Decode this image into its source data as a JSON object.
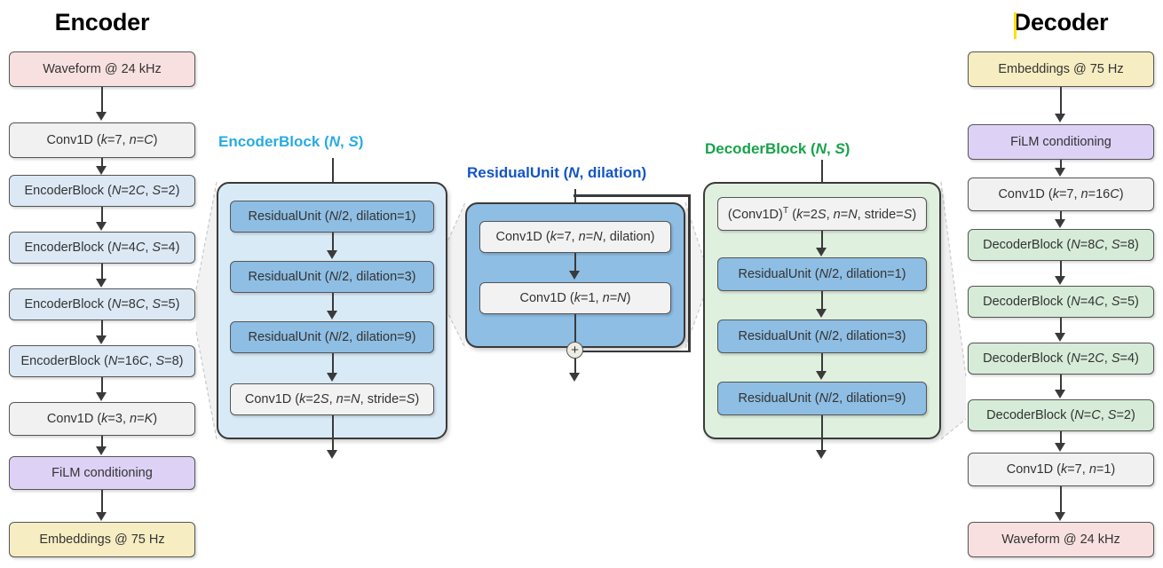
{
  "diagram": {
    "title_encoder": "Encoder",
    "title_decoder": "Decoder",
    "colors": {
      "input_waveform": "#f9e0e0",
      "conv": "#f1f1f1",
      "encoder_block": "#dce9f5",
      "film": "#ddd2f5",
      "embeddings": "#f7edc2",
      "decoder_block": "#d6ecd8",
      "residual_unit": "#8ebee3",
      "panel_encoder": "#d9eaf7",
      "panel_residual": "#8ebee3",
      "panel_decoder": "#dff0df",
      "label_encoderblock": "#29abe2",
      "label_residualunit": "#1355c4",
      "label_decoderblock": "#17a34a",
      "stroke": "#3a3a3a"
    }
  },
  "encoder_column": {
    "nodes": [
      {
        "text": "Waveform @ 24 kHz",
        "style": "n-pink"
      },
      {
        "text": "Conv1D (k=7, n=C)",
        "style": "n-grey"
      },
      {
        "text": "EncoderBlock (N=2C, S=2)",
        "style": "n-blue"
      },
      {
        "text": "EncoderBlock (N=4C, S=4)",
        "style": "n-blue"
      },
      {
        "text": "EncoderBlock (N=8C, S=5)",
        "style": "n-blue"
      },
      {
        "text": "EncoderBlock (N=16C, S=8)",
        "style": "n-blue"
      },
      {
        "text": "Conv1D (k=3, n=K)",
        "style": "n-grey"
      },
      {
        "text": "FiLM conditioning",
        "style": "n-purple"
      },
      {
        "text": "Embeddings @ 75 Hz",
        "style": "n-yellow"
      }
    ]
  },
  "encoder_block_panel": {
    "label": "EncoderBlock (N, S)",
    "nodes": [
      {
        "text": "ResidualUnit (N/2, dilation=1)",
        "style": "n-blue-dark"
      },
      {
        "text": "ResidualUnit (N/2, dilation=3)",
        "style": "n-blue-dark"
      },
      {
        "text": "ResidualUnit (N/2, dilation=9)",
        "style": "n-blue-dark"
      },
      {
        "text": "Conv1D (k=2S, n=N, stride=S)",
        "style": "n-white"
      }
    ]
  },
  "residual_unit_panel": {
    "label": "ResidualUnit (N, dilation)",
    "nodes": [
      {
        "text": "Conv1D (k=7, n=N, dilation)",
        "style": "n-white"
      },
      {
        "text": "Conv1D (k=1, n=N)",
        "style": "n-white"
      }
    ],
    "add_symbol": "+"
  },
  "decoder_block_panel": {
    "label": "DecoderBlock (N, S)",
    "nodes": [
      {
        "text": "(Conv1D)T (k=2S, n=N, stride=S)",
        "style": "n-white"
      },
      {
        "text": "ResidualUnit (N/2, dilation=1)",
        "style": "n-blue-dark"
      },
      {
        "text": "ResidualUnit (N/2, dilation=3)",
        "style": "n-blue-dark"
      },
      {
        "text": "ResidualUnit (N/2, dilation=9)",
        "style": "n-blue-dark"
      }
    ]
  },
  "decoder_column": {
    "nodes": [
      {
        "text": "Embeddings @ 75 Hz",
        "style": "n-yellow"
      },
      {
        "text": "FiLM conditioning",
        "style": "n-purple"
      },
      {
        "text": "Conv1D (k=7, n=16C)",
        "style": "n-grey"
      },
      {
        "text": "DecoderBlock (N=8C, S=8)",
        "style": "n-green"
      },
      {
        "text": "DecoderBlock (N=4C, S=5)",
        "style": "n-green"
      },
      {
        "text": "DecoderBlock (N=2C, S=4)",
        "style": "n-green"
      },
      {
        "text": "DecoderBlock (N=C, S=2)",
        "style": "n-green"
      },
      {
        "text": "Conv1D (k=7, n=1)",
        "style": "n-grey"
      },
      {
        "text": "Waveform @ 24 kHz",
        "style": "n-pink"
      }
    ]
  }
}
